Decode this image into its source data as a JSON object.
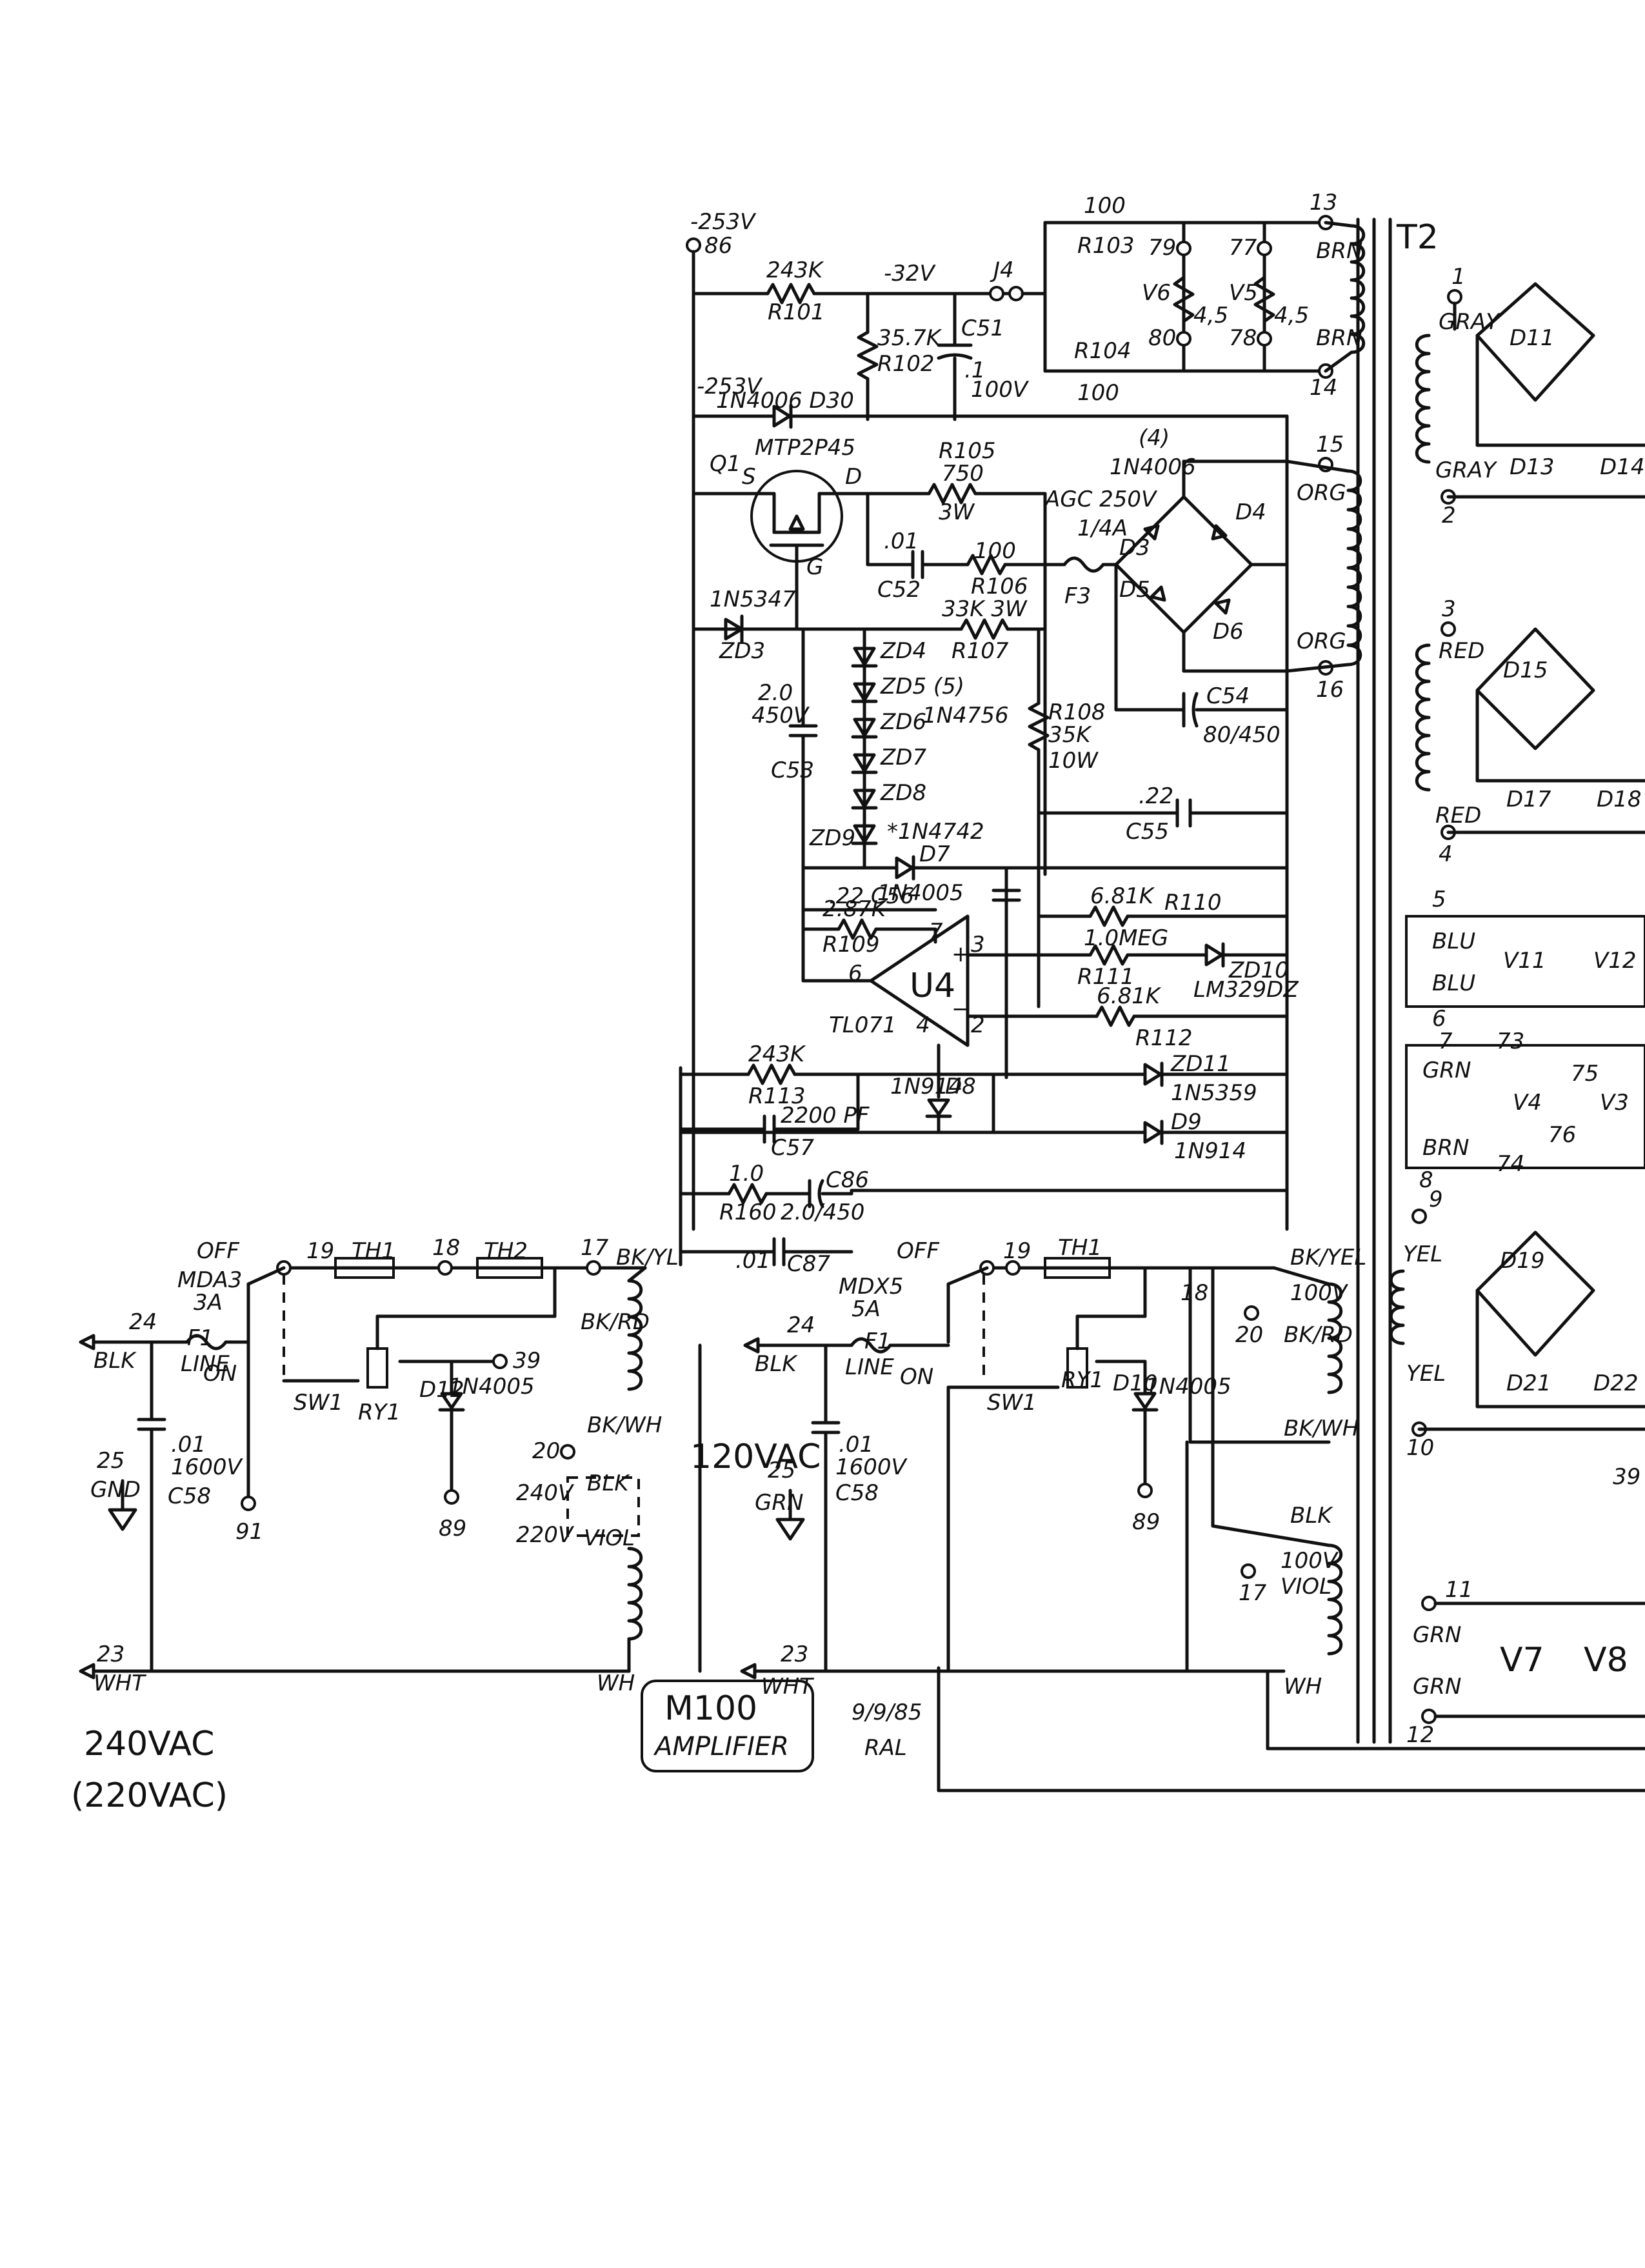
{
  "labels": {
    "n253_top": "-253V",
    "n86": "86",
    "r101_val": "243K",
    "r101": "R101",
    "n32": "-32V",
    "j4": "J4",
    "c51": "C51",
    "c51_val": ".1",
    "c51_v": "100V",
    "r102_val": "35.7K",
    "r102": "R102",
    "n253_mid": "-253V",
    "d30": "1N4006 D30",
    "r103_val": "100",
    "r103": "R103",
    "r104": "R104",
    "r104_val": "100",
    "v6": "V6",
    "v5": "V5",
    "n79": "79",
    "n80": "80",
    "n77": "77",
    "n78": "78",
    "n13": "13",
    "n14": "14",
    "brn1": "BRN",
    "brn2": "BRN",
    "v6pins": "4,5",
    "v5pins": "4,5",
    "q1": "Q1",
    "q1_part": "MTP2P45",
    "s": "S",
    "d": "D",
    "g": "G",
    "r105": "R105",
    "r105_val": "750",
    "r105_w": "3W",
    "c52_val": ".01",
    "c52": "C52",
    "r106_val": "100",
    "r106": "R106",
    "r107_val": "33K 3W",
    "r107": "R107",
    "agc": "AGC 250V",
    "agc2": "1/4A",
    "f3": "F3",
    "bridge_qty": "(4)",
    "bridge_part": "1N4006",
    "d3": "D3",
    "d4": "D4",
    "d5": "D5",
    "d6": "D6",
    "n15": "15",
    "n16": "16",
    "org1": "ORG",
    "org2": "ORG",
    "zd3_part": "1N5347",
    "zd3": "ZD3",
    "c53_val": "2.0",
    "c53_v": "450V",
    "c53": "C53",
    "zd4": "ZD4",
    "zd5": "ZD5 (5)",
    "zd_part": "1N4756",
    "zd6": "ZD6",
    "zd7": "ZD7",
    "zd8": "ZD8",
    "zd9": "ZD9",
    "zd9_part": "*1N4742",
    "c54": "C54",
    "c54_val": "80/450",
    "r108": "R108",
    "r108_val": "35K",
    "r108_w": "10W",
    "c55_val": ".22",
    "c55": "C55",
    "d7_part": "1N4005",
    "d7": "D7",
    "c56": ".22 C56",
    "r109_val": "2.87K",
    "r109": "R109",
    "r110_val": "6.81K",
    "r110": "R110",
    "r111_val": "1.0MEG",
    "r111": "R111",
    "zd10": "ZD10",
    "zd10_part": "LM329DZ",
    "u4": "U4",
    "u4_part": "TL071",
    "pin7": "7",
    "pin6": "6",
    "pin4": "4",
    "pin3": "3",
    "pin2": "2",
    "r112_val": "6.81K",
    "r112": "R112",
    "zd11": "ZD11",
    "zd11_part": "1N5359",
    "r113_val": "243K",
    "r113": "R113",
    "d8_part": "1N914",
    "d8": "D8",
    "c57_val": "2200 PF",
    "c57": "C57",
    "d9": "D9",
    "d9_part": "1N914",
    "r160_val": "1.0",
    "r160": "R160",
    "c86_val": "2.0/450",
    "c86": "C86",
    "c87_val": ".01",
    "c87": "C87",
    "t2": "T2",
    "gray1": "GRAY",
    "gray2": "GRAY",
    "sec1": "1",
    "sec2": "2",
    "d11": "D11",
    "d13": "D13",
    "d14": "D14",
    "sec3": "3",
    "sec4": "4",
    "red1": "RED",
    "red2": "RED",
    "d15": "D15",
    "d17": "D17",
    "d18": "D18",
    "sec5": "5",
    "sec6": "6",
    "blu1": "BLU",
    "blu2": "BLU",
    "v11": "V11",
    "v12": "V12",
    "sec7": "7",
    "sec8": "8",
    "n73": "73",
    "n75": "75",
    "n74": "74",
    "n76": "76",
    "grn1": "GRN",
    "brn3": "BRN",
    "v4": "V4",
    "v3": "V3",
    "sec9": "9",
    "sec10": "10",
    "yel1": "YEL",
    "yel2": "YEL",
    "d19": "D19",
    "d21": "D21",
    "d22": "D22",
    "n39r": "39",
    "sec11": "11",
    "sec12": "12",
    "grn2": "GRN",
    "grn3": "GRN",
    "v7": "V7",
    "v8": "V8",
    "l_off": "OFF",
    "l_on": "ON",
    "l_19": "19",
    "l_18": "18",
    "l_17": "17",
    "l_th1": "TH1",
    "l_th2": "TH2",
    "l_bkyl": "BK/YL",
    "l_mda": "MDA3",
    "l_3a": "3A",
    "l_f1": "F1",
    "l_line": "LINE",
    "l_24": "24",
    "l_blk": "BLK",
    "l_sw1": "SW1",
    "l_ry1": "RY1",
    "l_d12": "D12",
    "l_d12p": "1N4005",
    "l_39": "39",
    "l_89": "89",
    "l_91": "91",
    "l_c58v": ".01",
    "l_c58vv": "1600V",
    "l_c58": "C58",
    "l_25": "25",
    "l_gnd": "GND",
    "l_bkrd": "BK/RD",
    "l_20": "20",
    "l_bkwh": "BK/WH",
    "l_240": "240V",
    "l_220": "220V",
    "l_blk2": "BLK",
    "l_viol": "VIOL",
    "l_23": "23",
    "l_wht": "WHT",
    "l_wh": "WH",
    "l_vac1": "240VAC",
    "l_vac2": "(220VAC)",
    "c_off": "OFF",
    "c_on": "ON",
    "c_19": "19",
    "c_18": "18",
    "c_th1": "TH1",
    "c_mdx": "MDX5",
    "c_5a": "5A",
    "c_f1": "F1",
    "c_line": "LINE",
    "c_24": "24",
    "c_blk": "BLK",
    "c_sw1": "SW1",
    "c_ry1": "RY1",
    "c_d10": "D10",
    "c_d10p": "1N4005",
    "c_89": "89",
    "c_120": "120VAC",
    "c_c58v": ".01",
    "c_c58vv": "1600V",
    "c_c58": "C58",
    "c_25": "25",
    "c_grn": "GRN",
    "c_23": "23",
    "c_wht": "WHT",
    "c_bkyel": "BK/YEL",
    "c_100v1": "100V",
    "c_bkrd": "BK/RD",
    "c_20": "20",
    "c_bkwh": "BK/WH",
    "c_blk2": "BLK",
    "c_100v2": "100V",
    "c_viol": "VIOL",
    "c_17": "17",
    "c_wh": "WH",
    "title1": "M100",
    "title2": "AMPLIFIER",
    "date": "9/9/85",
    "initials": "RAL"
  }
}
